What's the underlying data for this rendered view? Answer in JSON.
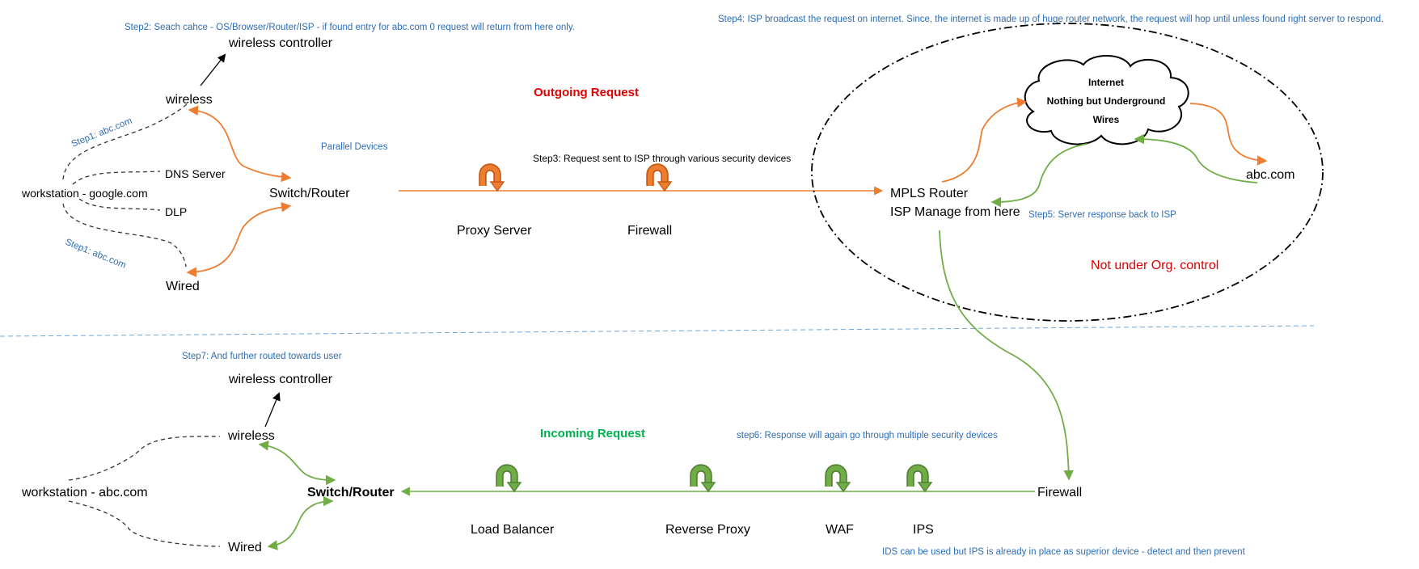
{
  "colors": {
    "outgoing": "#ed7d31",
    "incoming": "#70ad47",
    "note": "#2e6db4",
    "alert": "#e00000",
    "incoming_title": "#00b050"
  },
  "outgoing": {
    "title": "Outgoing Request",
    "workstation": "workstation - google.com",
    "wireless": "wireless",
    "wireless_controller": "wireless controller",
    "wired": "Wired",
    "dns_server": "DNS Server",
    "dlp": "DLP",
    "switch_router": "Switch/Router",
    "parallel_devices": "Parallel Devices",
    "proxy_server": "Proxy Server",
    "firewall": "Firewall",
    "mpls_router": "MPLS Router",
    "isp_manage": "ISP Manage from here",
    "abc_com": "abc.com",
    "not_under_control": "Not under Org. control",
    "cloud": [
      "Internet",
      "Nothing but Underground",
      "Wires"
    ],
    "step1_top": "Step1: abc.com",
    "step1_bottom": "Step1: abc.com",
    "step2": "Step2: Seach cahce - OS/Browser/Router/ISP - if found entry for abc.com 0 request will return from here only.",
    "step3": "Step3: Request sent to ISP through various security devices",
    "step4": "Step4: ISP broadcast the request on internet. Since, the internet is made up of huge router network, the request will hop until unless found right server to respond.",
    "step5": "Step5: Server response back to ISP"
  },
  "incoming": {
    "title": "Incoming Request",
    "workstation": "workstation - abc.com",
    "wireless": "wireless",
    "wireless_controller": "wireless controller",
    "wired": "Wired",
    "switch_router": "Switch/Router",
    "load_balancer": "Load Balancer",
    "reverse_proxy": "Reverse Proxy",
    "waf": "WAF",
    "ips": "IPS",
    "firewall": "Firewall",
    "step6": "step6: Response will again go through multiple security devices",
    "step7": "Step7: And further routed towards user",
    "ids_note": "IDS can be used but IPS is already in place as superior device - detect and then prevent"
  }
}
